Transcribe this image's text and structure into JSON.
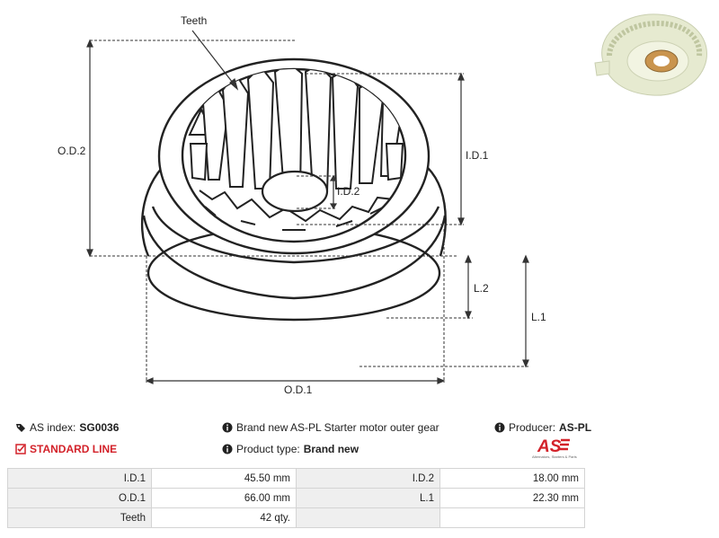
{
  "diagram": {
    "labels": {
      "teeth": "Teeth",
      "od2": "O.D.2",
      "id1": "I.D.1",
      "id2": "I.D.2",
      "l2": "L.2",
      "l1": "L.1",
      "od1": "O.D.1"
    }
  },
  "info": {
    "as_index_label": "AS index:",
    "as_index_value": "SG0036",
    "line": "STANDARD LINE",
    "description": "Brand new AS-PL Starter motor outer gear",
    "product_type_label": "Product type:",
    "product_type_value": "Brand new",
    "producer_label": "Producer:",
    "producer_value": "AS-PL"
  },
  "logo": {
    "text": "AS",
    "tagline": "Alternators, Starters & Parts",
    "color": "#d3222a"
  },
  "specs": {
    "rows": [
      {
        "l1": "I.D.1",
        "v1": "45.50 mm",
        "l2": "I.D.2",
        "v2": "18.00 mm"
      },
      {
        "l1": "O.D.1",
        "v1": "66.00 mm",
        "l2": "L.1",
        "v2": "22.30 mm"
      },
      {
        "l1": "Teeth",
        "v1": "42 qty.",
        "l2": "",
        "v2": ""
      }
    ]
  }
}
